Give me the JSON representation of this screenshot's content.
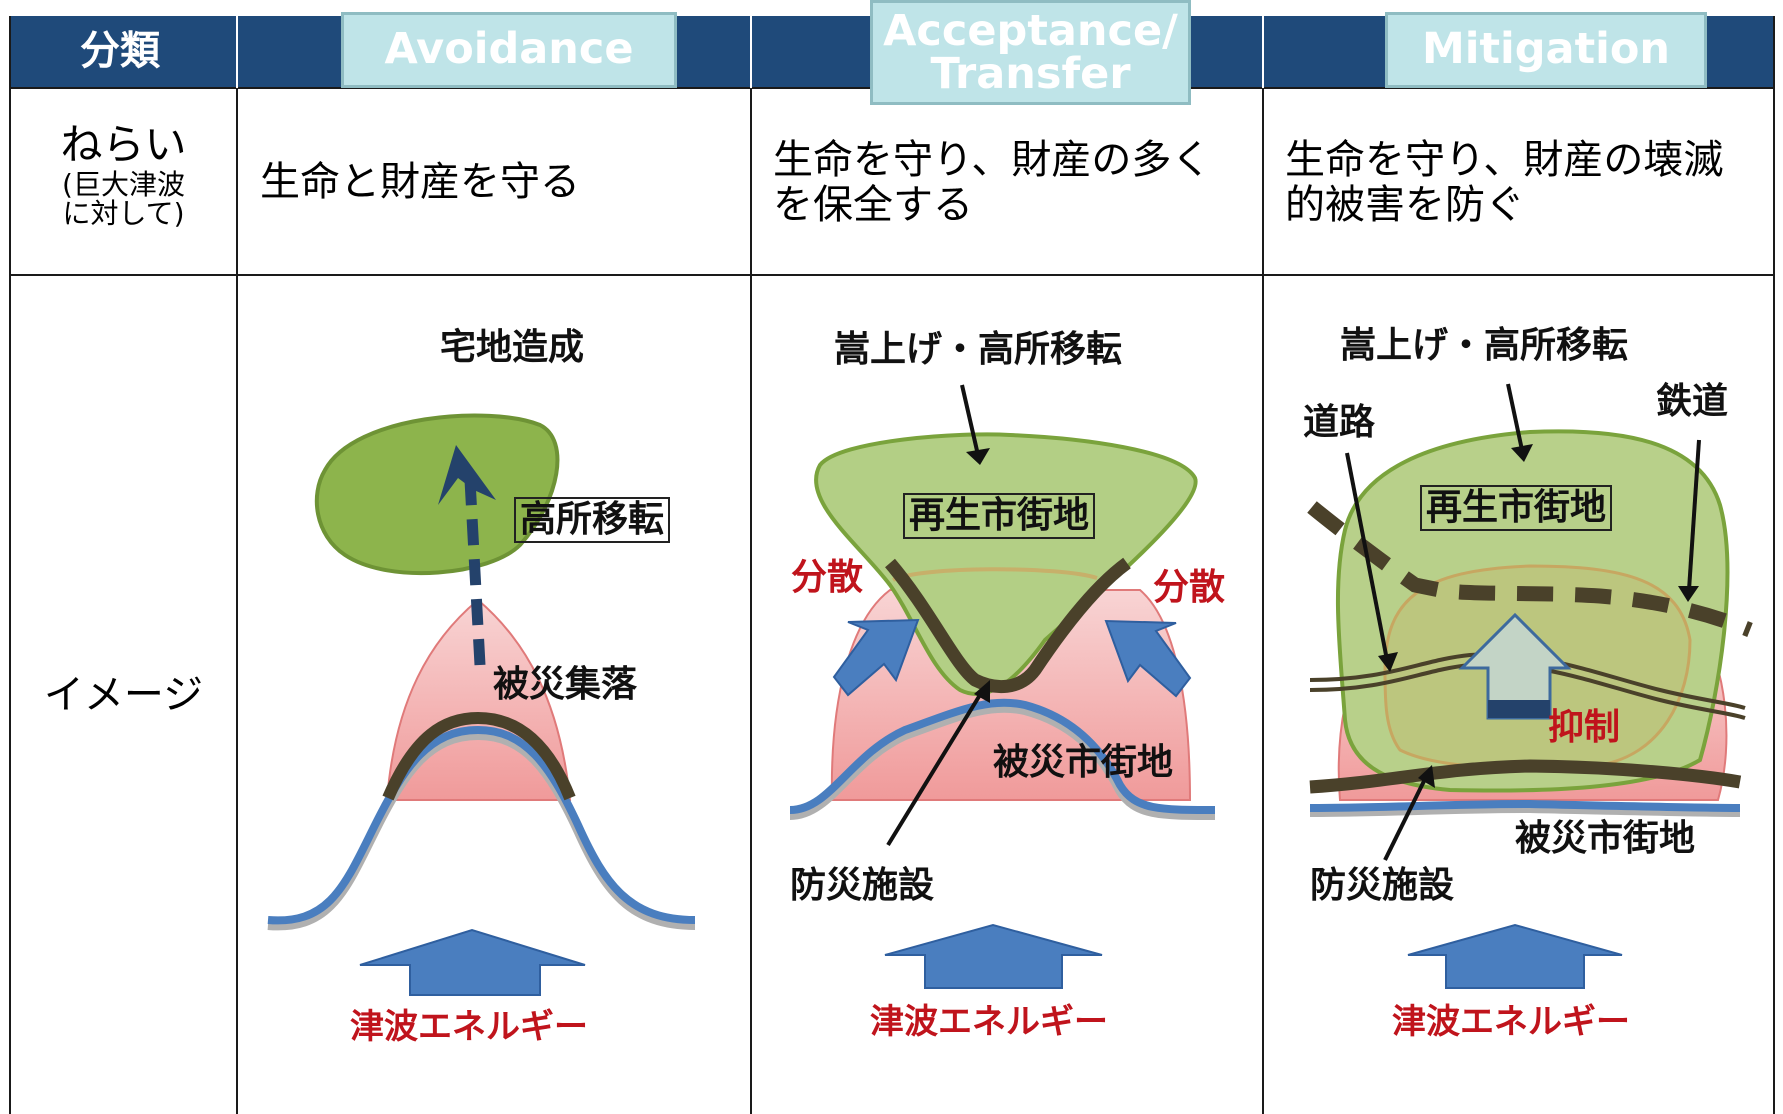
{
  "header": {
    "category_label": "分類",
    "approaches": [
      "Avoidance",
      "Acceptance/\nTransfer",
      "Mitigation"
    ]
  },
  "rows": {
    "aim_label": "ねらい",
    "aim_sub": "(巨大津波\nに対して)",
    "image_label": "イメージ"
  },
  "aims": [
    "生命と財産を守る",
    "生命を守り、財産の多く\nを保全する",
    "生命を守り、財産の壊滅\n的被害を防ぐ"
  ],
  "panels": {
    "avoidance": {
      "top": "宅地造成",
      "relocation": "高所移転",
      "village": "被災集落",
      "energy": "津波エネルギー"
    },
    "acceptance": {
      "top": "嵩上げ・高所移転",
      "rebuilt": "再生市街地",
      "disperse_left": "分散",
      "disperse_right": "分散",
      "damaged": "被災市街地",
      "facility": "防災施設",
      "energy": "津波エネルギー"
    },
    "mitigation": {
      "top": "嵩上げ・高所移転",
      "road": "道路",
      "railway": "鉄道",
      "rebuilt": "再生市街地",
      "suppress": "抑制",
      "damaged": "被災市街地",
      "facility": "防災施設",
      "energy": "津波エネルギー"
    }
  },
  "colors": {
    "header_bg": "#1f4a7a",
    "approach_box": "#bfe4e8",
    "green_area": "#b3cf85",
    "green_border": "#7aa33c",
    "pink_area": "#f4b6b6",
    "wave_blue": "#4a7ebf",
    "dark_line": "#4a412a",
    "red_text": "#c0141c"
  }
}
